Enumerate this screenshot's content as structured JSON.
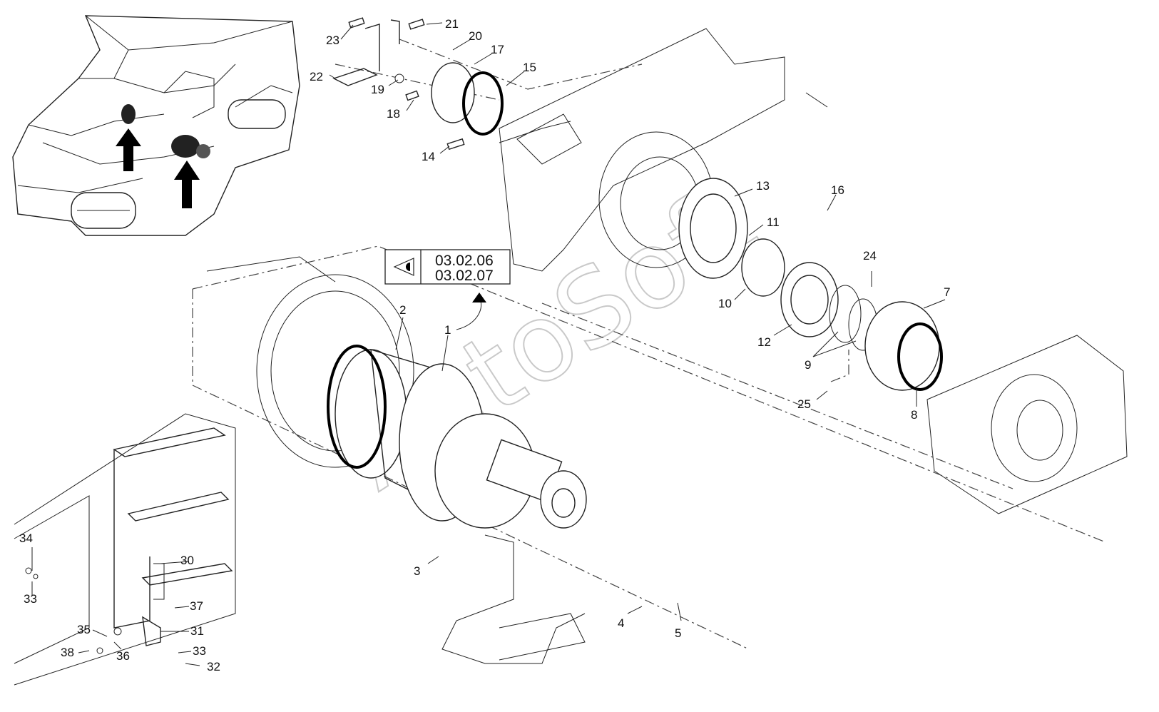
{
  "reference_box": {
    "icon": "eye-icon",
    "codes": [
      "03.02.06",
      "03.02.07"
    ]
  },
  "watermark": "AutoSoft",
  "callouts": [
    {
      "id": "c1",
      "label": "1"
    },
    {
      "id": "c2",
      "label": "2"
    },
    {
      "id": "c3",
      "label": "3"
    },
    {
      "id": "c4",
      "label": "4"
    },
    {
      "id": "c5",
      "label": "5"
    },
    {
      "id": "c7",
      "label": "7"
    },
    {
      "id": "c8",
      "label": "8"
    },
    {
      "id": "c9",
      "label": "9"
    },
    {
      "id": "c10",
      "label": "10"
    },
    {
      "id": "c11",
      "label": "11"
    },
    {
      "id": "c12",
      "label": "12"
    },
    {
      "id": "c13",
      "label": "13"
    },
    {
      "id": "c14",
      "label": "14"
    },
    {
      "id": "c15",
      "label": "15"
    },
    {
      "id": "c16",
      "label": "16"
    },
    {
      "id": "c17",
      "label": "17"
    },
    {
      "id": "c18",
      "label": "18"
    },
    {
      "id": "c19",
      "label": "19"
    },
    {
      "id": "c20",
      "label": "20"
    },
    {
      "id": "c21",
      "label": "21"
    },
    {
      "id": "c22",
      "label": "22"
    },
    {
      "id": "c23",
      "label": "23"
    },
    {
      "id": "c24",
      "label": "24"
    },
    {
      "id": "c25",
      "label": "25"
    },
    {
      "id": "c30",
      "label": "30"
    },
    {
      "id": "c31",
      "label": "31"
    },
    {
      "id": "c32",
      "label": "32"
    },
    {
      "id": "c33a",
      "label": "33"
    },
    {
      "id": "c33b",
      "label": "33"
    },
    {
      "id": "c34",
      "label": "34"
    },
    {
      "id": "c35",
      "label": "35"
    },
    {
      "id": "c36",
      "label": "36"
    },
    {
      "id": "c37",
      "label": "37"
    },
    {
      "id": "c38",
      "label": "38"
    }
  ]
}
